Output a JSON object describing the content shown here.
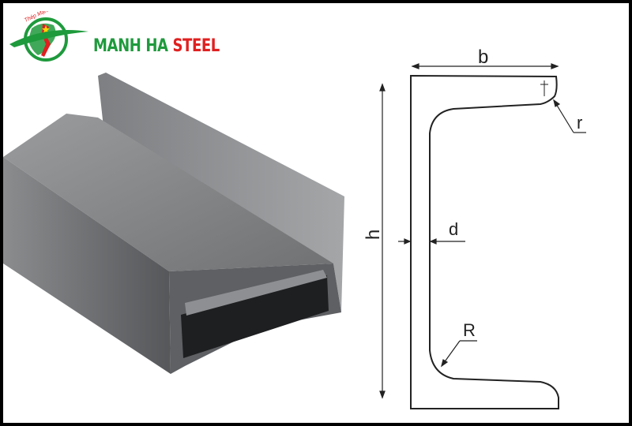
{
  "logo": {
    "brand_green": "MANH HA",
    "brand_red": "STEEL",
    "arc_text": "Thép Mạnh Hà",
    "colors": {
      "green": "#1e9a3c",
      "red": "#e02020"
    }
  },
  "diagram": {
    "labels": {
      "width": "b",
      "height": "h",
      "thickness": "d",
      "inner_radius": "R",
      "toe_radius": "r"
    }
  }
}
